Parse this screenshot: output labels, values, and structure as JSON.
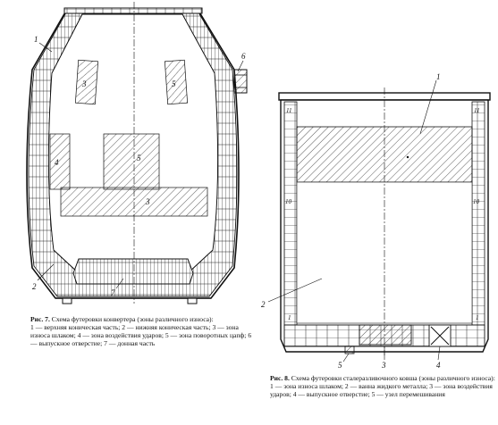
{
  "fig7": {
    "caption_title": "Рис. 7.",
    "caption_rest": "Схема футеровки конвертера (зоны различного износа):",
    "legend": "1 — верхняя коническая часть; 2 — нижняя коническая часть; 3 — зона износа шлаком; 4 — зона воздействия ударов; 5 — зона поворотных цапф; 6 — выпускное отверстие; 7 — донная часть",
    "labels": [
      "1",
      "2",
      "3",
      "3",
      "4",
      "5",
      "5",
      "6",
      "7"
    ]
  },
  "fig8": {
    "caption_title": "Рис. 8.",
    "caption_rest": "Схема футеровки сталеразливочного ковша (зоны различного износа):",
    "legend": "1 — зона износа шлаком; 2 — ванна жидкого металла; 3 — зона воздействия ударов; 4 — выпускное отверстие; 5 — узел перемешивания",
    "labels": [
      "1",
      "2",
      "3",
      "4",
      "5",
      "10",
      "10",
      "11",
      "11",
      "1",
      "1"
    ]
  }
}
